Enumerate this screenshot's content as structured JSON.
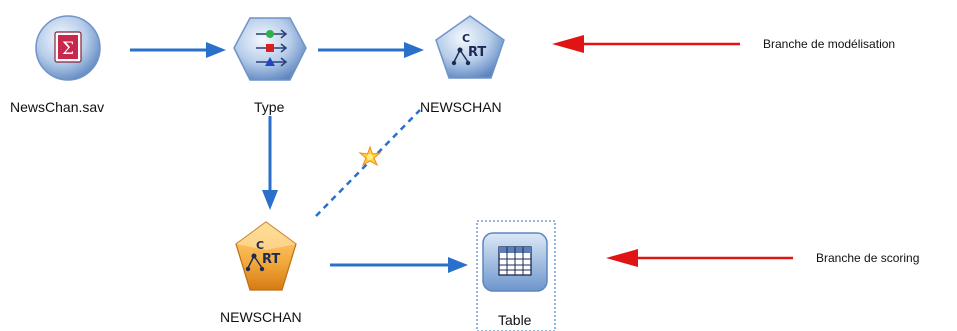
{
  "stream": {
    "nodes": [
      {
        "id": "source",
        "kind": "source-node",
        "label": "NewsChan.sav"
      },
      {
        "id": "type",
        "kind": "type-node",
        "label": "Type"
      },
      {
        "id": "model",
        "kind": "crt-model-builder-node",
        "label": "NEWSCHAN",
        "icon_text": "RT",
        "icon_top": "C"
      },
      {
        "id": "nugget",
        "kind": "crt-model-nugget-node",
        "label": "NEWSCHAN",
        "icon_text": "RT",
        "icon_top": "C"
      },
      {
        "id": "table",
        "kind": "table-node",
        "label": "Table",
        "selected": true
      }
    ],
    "annotations": {
      "modeling": "Branche de modélisation",
      "scoring": "Branche de scoring"
    }
  },
  "colors": {
    "connector": "#2a6fc9",
    "annotation_arrow": "#e01414",
    "node_face": "#8fb2de",
    "nugget_face": "#f2a93b",
    "source_icon": "#c8284c"
  }
}
